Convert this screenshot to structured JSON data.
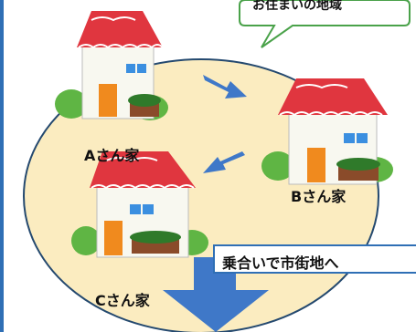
{
  "bubble": {
    "text": "お住まいの地域"
  },
  "houses": [
    {
      "label": "Aさん家"
    },
    {
      "label": "Bさん家"
    },
    {
      "label": "Cさん家"
    }
  ],
  "banner": {
    "text": "乗合いで市街地へ"
  },
  "colors": {
    "frame": "#2f6fb5",
    "ellipse_fill": "#fbecc0",
    "ellipse_stroke": "#24496f",
    "roof": "#e0363f",
    "arrow": "#3f78c8",
    "door": "#f08a1e",
    "window": "#3b8fe0"
  }
}
